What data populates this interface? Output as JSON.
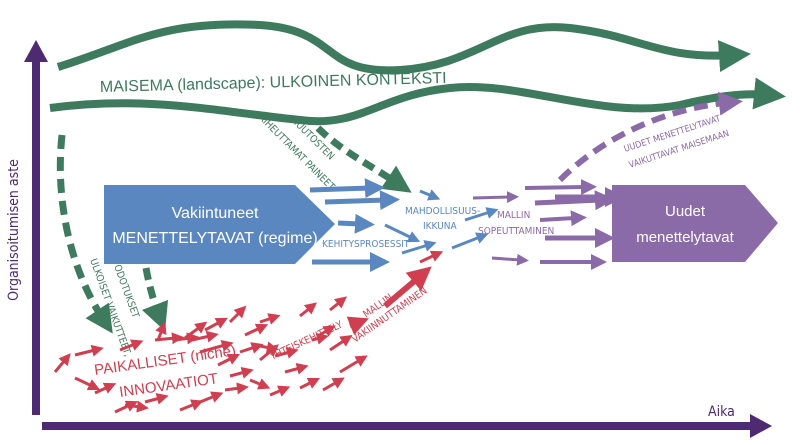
{
  "colors": {
    "landscape": "#3e7a5e",
    "regime": "#5b87c0",
    "new": "#8b6aa8",
    "niche": "#cf3f50",
    "axis": "#4d2a72"
  },
  "axes": {
    "y_label": "Organisoitumisen aste",
    "x_label": "Aika"
  },
  "landscape": {
    "label": "MAISEMA (landscape): ULKOINEN KONTEKSTI",
    "pressure_line1": "MUUTOSTEN",
    "pressure_line2": "AIHEUTTAMAT PAINEET",
    "external_line1": "ULKOISET VAIKUTTEET,",
    "external_line2": "ODOTUKSET"
  },
  "regime": {
    "line1": "Vakiintuneet",
    "line2": "MENETTELYTAVAT (regime)",
    "process": "KEHITYSPROSESSIT"
  },
  "window": {
    "line1": "MAHDOLLISUUS-",
    "line2": "IKKUNA"
  },
  "adaptation": {
    "line1": "MALLIN",
    "line2": "SOPEUTTAMINEN"
  },
  "new_practices": {
    "line1": "Uudet",
    "line2": "menettelytavat",
    "feedback_line1": "UUDET MENETTELYTAVAT",
    "feedback_line2": "VAIKUTTAVAT MAISEMAAN"
  },
  "niche": {
    "line1": "PAIKALLISET (niche)",
    "line2": "INNOVAATIOT",
    "codev": "YHTEISKEHITTELY",
    "stab_line1": "MALLIN",
    "stab_line2": "VAKIINNUTTAMINEN"
  }
}
